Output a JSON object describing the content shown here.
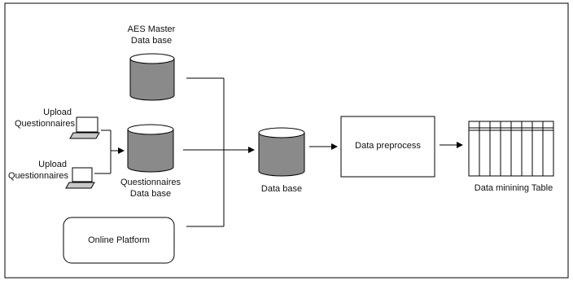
{
  "nodes": {
    "aes_master_db": {
      "label_line1": "AES Master",
      "label_line2": "Data base"
    },
    "upload_1": {
      "label_line1": "Upload",
      "label_line2": "Questionnaires"
    },
    "upload_2": {
      "label_line1": "Upload",
      "label_line2": "Questionnaires"
    },
    "questionnaires_db": {
      "label_line1": "Questionnaires",
      "label_line2": "Data base"
    },
    "online_platform": {
      "label": "Online Platform"
    },
    "database": {
      "label": "Data base"
    },
    "data_preprocess": {
      "label": "Data preprocess"
    },
    "data_mining_table": {
      "label": "Data minining Table"
    }
  },
  "colors": {
    "cylinder_body": "#8a8a8a",
    "cylinder_top": "#ffffff",
    "stroke": "#000000",
    "laptop_screen": "#ffffff",
    "laptop_base": "#c8c8c8"
  }
}
